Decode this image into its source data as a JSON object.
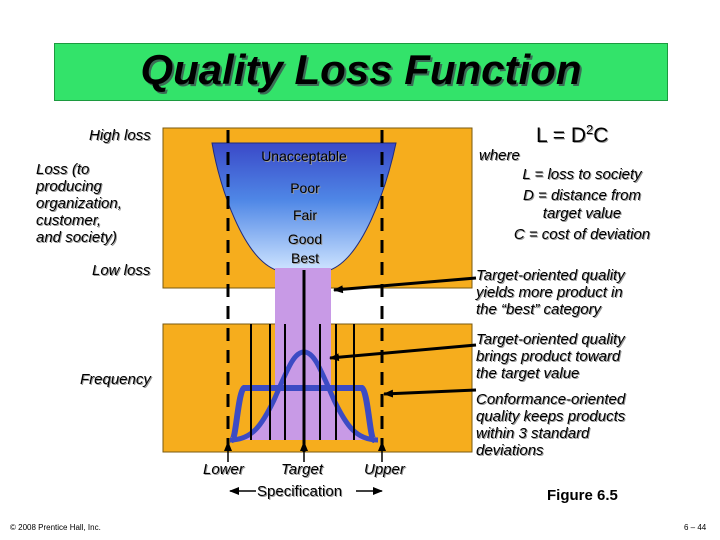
{
  "title": "Quality Loss Function",
  "formula": {
    "lhs": "L = D",
    "exp": "2",
    "rhs": "C"
  },
  "where": {
    "heading": "where",
    "lines": [
      "L = loss to society",
      "D = distance from",
      "target value",
      "C = cost of deviation"
    ]
  },
  "upper_chart": {
    "high_loss": "High loss",
    "loss_desc": [
      "Loss (to",
      "producing",
      "organization,",
      "customer,",
      "and society)"
    ],
    "low_loss": "Low loss",
    "levels": [
      "Unacceptable",
      "Poor",
      "Fair",
      "Good",
      "Best"
    ]
  },
  "lower_chart": {
    "frequency": "Frequency",
    "lower": "Lower",
    "target": "Target",
    "upper": "Upper",
    "specification": "Specification"
  },
  "annotations": [
    {
      "lines": [
        "Target-oriented quality",
        "yields more product in",
        "the “best” category"
      ]
    },
    {
      "lines": [
        "Target-oriented quality",
        "brings product toward",
        "the target value"
      ]
    },
    {
      "lines": [
        "Conformance-oriented",
        "quality keeps products",
        "within 3 standard",
        "deviations"
      ]
    }
  ],
  "figure": "Figure 6.5",
  "copyright": "© 2008 Prentice Hall, Inc.",
  "page": "6 – 44",
  "colors": {
    "title_bg": "#33e36a",
    "panel_orange": "#f6ad1d",
    "curve_blue": "#3c4bc4",
    "band_purple": "#c89ae6"
  }
}
